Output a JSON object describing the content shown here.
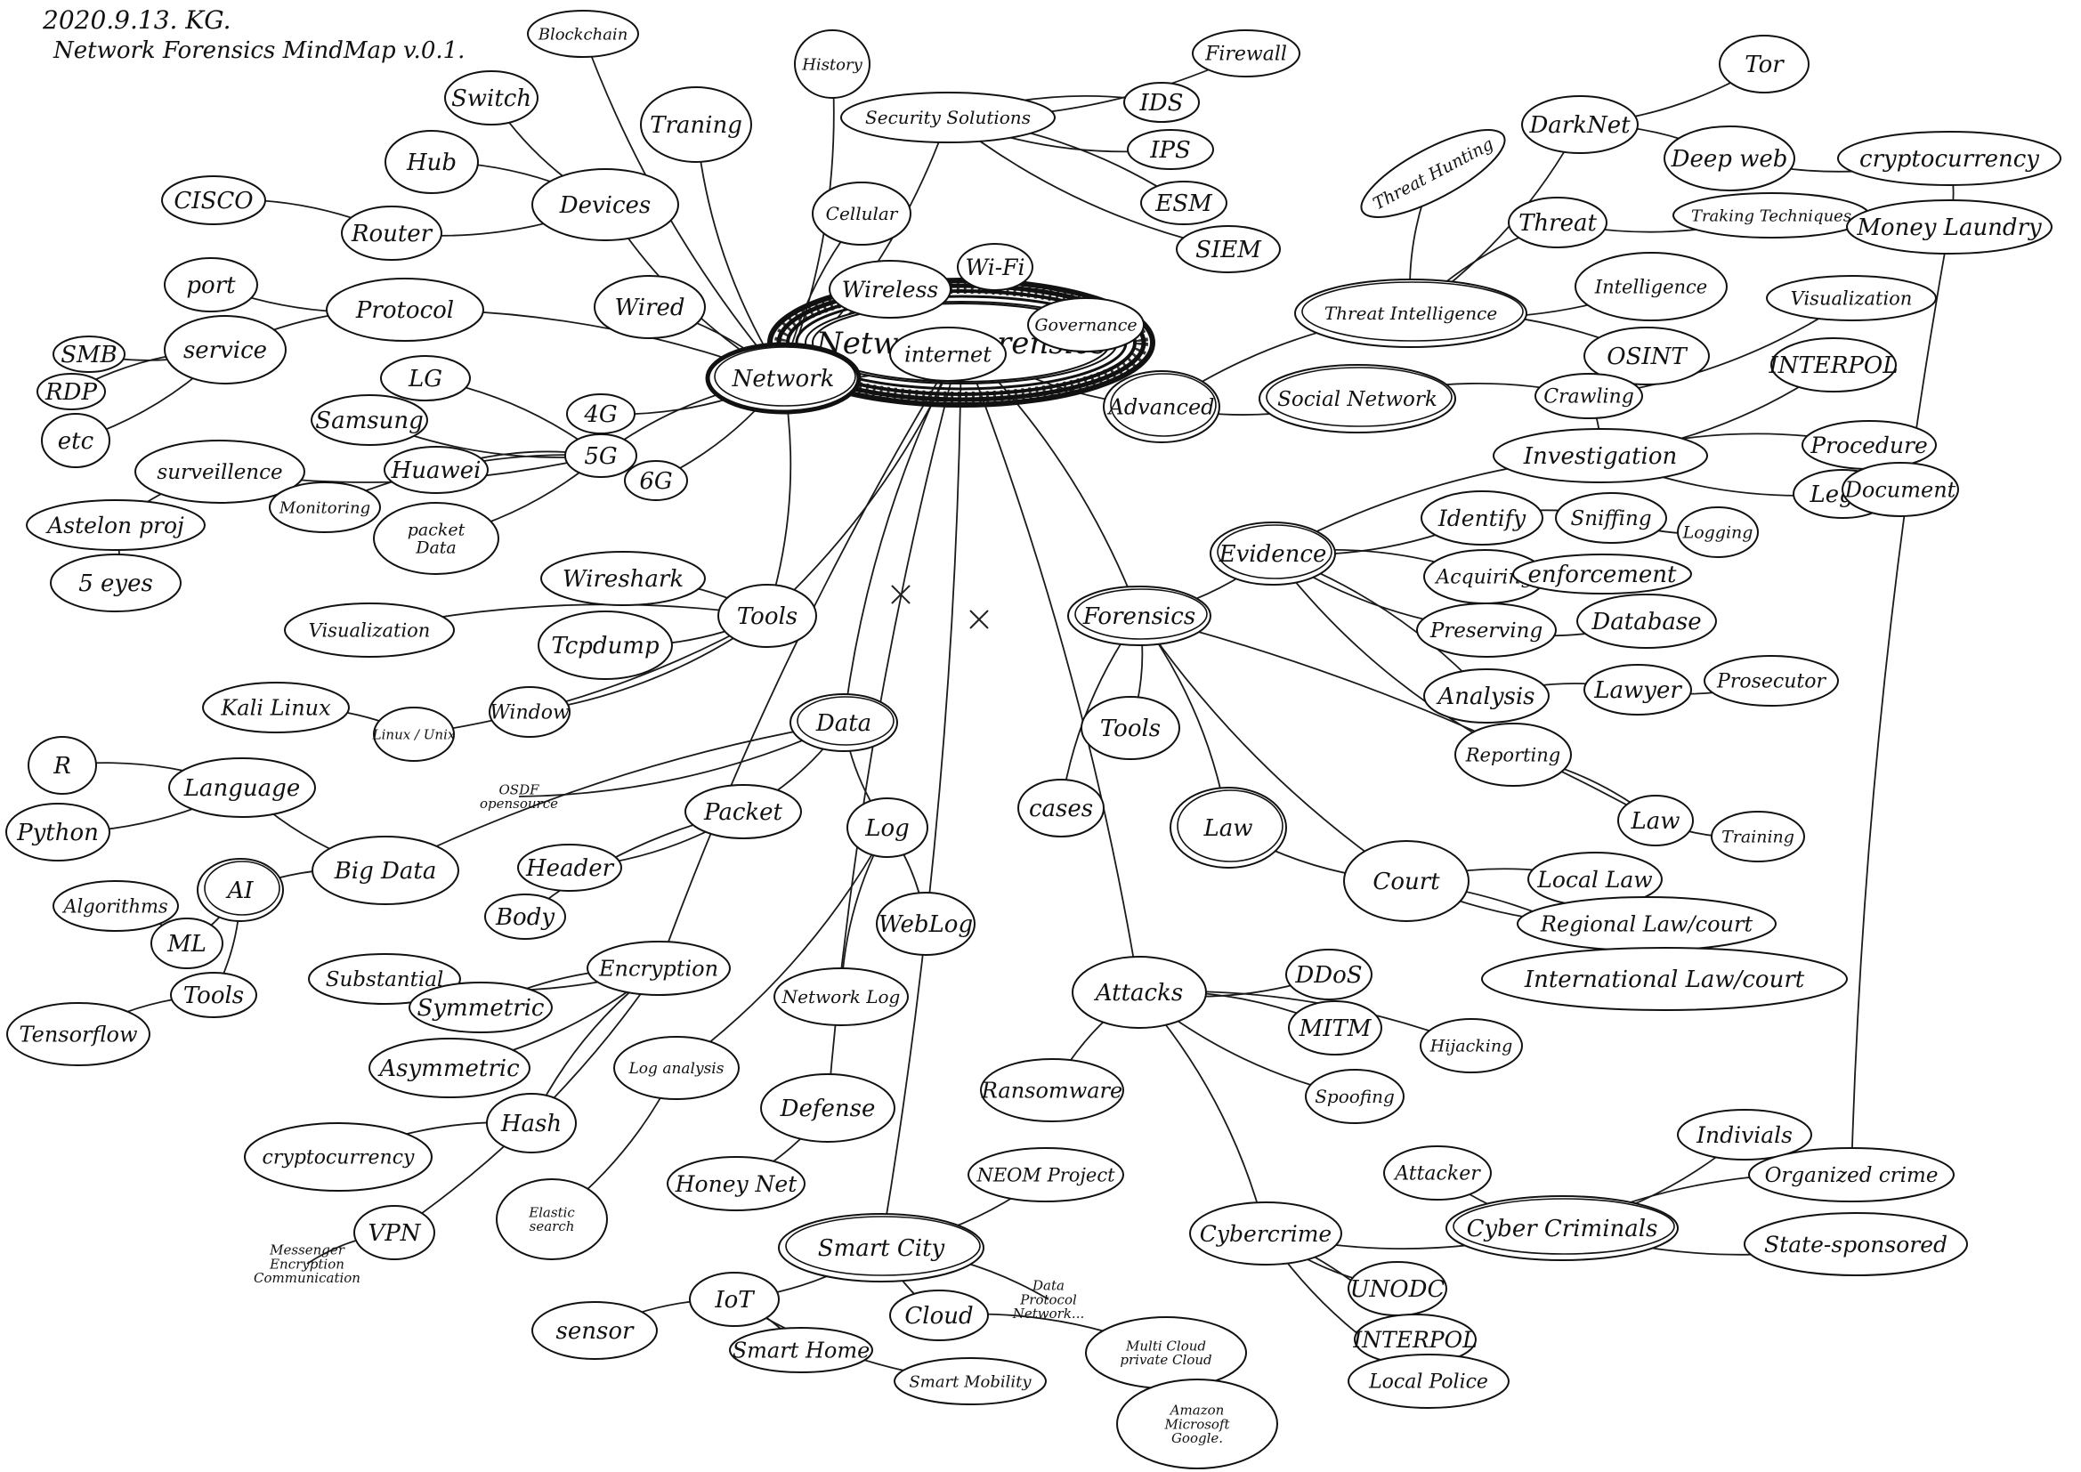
{
  "header": {
    "date_line": "2020.9.13. KG.",
    "title_line": "Network Forensics MindMap v.0.1."
  },
  "center": {
    "id": "nf",
    "label": "Network Forensics"
  },
  "nodes": [
    {
      "id": "blockchain",
      "label": "Blockchain"
    },
    {
      "id": "history",
      "label": "History"
    },
    {
      "id": "switch",
      "label": "Switch"
    },
    {
      "id": "training1",
      "label": "Traning"
    },
    {
      "id": "security",
      "label": "Security Solutions"
    },
    {
      "id": "firewall",
      "label": "Firewall"
    },
    {
      "id": "ids",
      "label": "IDS"
    },
    {
      "id": "ips",
      "label": "IPS"
    },
    {
      "id": "esm",
      "label": "ESM"
    },
    {
      "id": "siem",
      "label": "SIEM"
    },
    {
      "id": "tor",
      "label": "Tor"
    },
    {
      "id": "darknet",
      "label": "DarkNet"
    },
    {
      "id": "deepweb",
      "label": "Deep web"
    },
    {
      "id": "crypto1",
      "label": "cryptocurrency"
    },
    {
      "id": "threathunting",
      "label": "Threat Hunting"
    },
    {
      "id": "hub",
      "label": "Hub"
    },
    {
      "id": "devices",
      "label": "Devices"
    },
    {
      "id": "cisco",
      "label": "CISCO"
    },
    {
      "id": "router",
      "label": "Router"
    },
    {
      "id": "cellular",
      "label": "Cellular"
    },
    {
      "id": "threat",
      "label": "Threat"
    },
    {
      "id": "tracking",
      "label": "Traking Techniques"
    },
    {
      "id": "moneylaundry",
      "label": "Money Laundry"
    },
    {
      "id": "port",
      "label": "port"
    },
    {
      "id": "protocol",
      "label": "Protocol"
    },
    {
      "id": "wired",
      "label": "Wired"
    },
    {
      "id": "wireless",
      "label": "Wireless"
    },
    {
      "id": "wifi",
      "label": "Wi-Fi"
    },
    {
      "id": "intelligence",
      "label": "Intelligence"
    },
    {
      "id": "visualization1",
      "label": "Visualization"
    },
    {
      "id": "ti",
      "label": "Threat Intelligence"
    },
    {
      "id": "smb",
      "label": "SMB"
    },
    {
      "id": "service",
      "label": "service"
    },
    {
      "id": "rdp",
      "label": "RDP"
    },
    {
      "id": "lg",
      "label": "LG"
    },
    {
      "id": "internet",
      "label": "internet"
    },
    {
      "id": "governance",
      "label": "Governance"
    },
    {
      "id": "osint1",
      "label": "OSINT"
    },
    {
      "id": "interpol1",
      "label": "INTERPOL"
    },
    {
      "id": "etc",
      "label": "etc"
    },
    {
      "id": "network",
      "label": "Network"
    },
    {
      "id": "advanced",
      "label": "Advanced"
    },
    {
      "id": "socialnetwork",
      "label": "Social Network"
    },
    {
      "id": "crawling",
      "label": "Crawling"
    },
    {
      "id": "samsung",
      "label": "Samsung"
    },
    {
      "id": "g4",
      "label": "4G"
    },
    {
      "id": "g5",
      "label": "5G"
    },
    {
      "id": "g6",
      "label": "6G"
    },
    {
      "id": "huawei",
      "label": "Huawei"
    },
    {
      "id": "surveillance",
      "label": "surveillence"
    },
    {
      "id": "monitoring",
      "label": "Monitoring"
    },
    {
      "id": "packetdata",
      "label": "packet Data"
    },
    {
      "id": "investigation",
      "label": "Investigation"
    },
    {
      "id": "procedure",
      "label": "Procedure"
    },
    {
      "id": "legal",
      "label": "Legal"
    },
    {
      "id": "document",
      "label": "Document"
    },
    {
      "id": "astelon",
      "label": "Astelon proj"
    },
    {
      "id": "fiveeyes",
      "label": "5 eyes"
    },
    {
      "id": "wireshark",
      "label": "Wireshark"
    },
    {
      "id": "tools1",
      "label": "Tools"
    },
    {
      "id": "evidence",
      "label": "Evidence"
    },
    {
      "id": "identify",
      "label": "Identify"
    },
    {
      "id": "sniffing",
      "label": "Sniffing"
    },
    {
      "id": "logging",
      "label": "Logging"
    },
    {
      "id": "acquiring",
      "label": "Acquiring"
    },
    {
      "id": "enforcement",
      "label": "enforcement"
    },
    {
      "id": "forensics",
      "label": "Forensics"
    },
    {
      "id": "visualization2",
      "label": "Visualization"
    },
    {
      "id": "tcpdump",
      "label": "Tcpdump"
    },
    {
      "id": "preserving",
      "label": "Preserving"
    },
    {
      "id": "database",
      "label": "Database"
    },
    {
      "id": "kali",
      "label": "Kali Linux"
    },
    {
      "id": "linuxunix",
      "label": "Linux / Unix"
    },
    {
      "id": "windows",
      "label": "Window"
    },
    {
      "id": "data",
      "label": "Data"
    },
    {
      "id": "osdf",
      "label": "OSDF opensource"
    },
    {
      "id": "tools2",
      "label": "Tools"
    },
    {
      "id": "analysis",
      "label": "Analysis"
    },
    {
      "id": "lawyer",
      "label": "Lawyer"
    },
    {
      "id": "prosecutor",
      "label": "Prosecutor"
    },
    {
      "id": "r",
      "label": "R"
    },
    {
      "id": "language",
      "label": "Language"
    },
    {
      "id": "reporting",
      "label": "Reporting"
    },
    {
      "id": "python",
      "label": "Python"
    },
    {
      "id": "packet",
      "label": "Packet"
    },
    {
      "id": "log",
      "label": "Log"
    },
    {
      "id": "cases",
      "label": "cases"
    },
    {
      "id": "law1",
      "label": "Law"
    },
    {
      "id": "law2",
      "label": "Law"
    },
    {
      "id": "training2",
      "label": "Training"
    },
    {
      "id": "ai",
      "label": "AI"
    },
    {
      "id": "bigdata",
      "label": "Big Data"
    },
    {
      "id": "header",
      "label": "Header"
    },
    {
      "id": "court",
      "label": "Court"
    },
    {
      "id": "locallaw",
      "label": "Local Law"
    },
    {
      "id": "algorithms",
      "label": "Algorithms"
    },
    {
      "id": "ml",
      "label": "ML"
    },
    {
      "id": "body",
      "label": "Body"
    },
    {
      "id": "weblog",
      "label": "WebLog"
    },
    {
      "id": "regional",
      "label": "Regional Law/court"
    },
    {
      "id": "substantial",
      "label": "Substantial"
    },
    {
      "id": "encryption",
      "label": "Encryption"
    },
    {
      "id": "symmetric",
      "label": "Symmetric"
    },
    {
      "id": "networklog",
      "label": "Network Log"
    },
    {
      "id": "attacks",
      "label": "Attacks"
    },
    {
      "id": "ddos",
      "label": "DDoS"
    },
    {
      "id": "international",
      "label": "International Law/court"
    },
    {
      "id": "tools3",
      "label": "Tools"
    },
    {
      "id": "tensorflow",
      "label": "Tensorflow"
    },
    {
      "id": "mitm",
      "label": "MITM"
    },
    {
      "id": "hijacking",
      "label": "Hijacking"
    },
    {
      "id": "asymmetric",
      "label": "Asymmetric"
    },
    {
      "id": "loganalysis",
      "label": "Log analysis"
    },
    {
      "id": "ransomware",
      "label": "Ransomware"
    },
    {
      "id": "spoofing",
      "label": "Spoofing"
    },
    {
      "id": "defense",
      "label": "Defense"
    },
    {
      "id": "cryptocurrency2",
      "label": "cryptocurrency"
    },
    {
      "id": "hash",
      "label": "Hash"
    },
    {
      "id": "individuals",
      "label": "Indivials"
    },
    {
      "id": "honeynet",
      "label": "Honey Net"
    },
    {
      "id": "neom",
      "label": "NEOM Project"
    },
    {
      "id": "attacker",
      "label": "Attacker"
    },
    {
      "id": "organized",
      "label": "Organized crime"
    },
    {
      "id": "elastic",
      "label": "Elastic search"
    },
    {
      "id": "vpn",
      "label": "VPN"
    },
    {
      "id": "cybercrime",
      "label": "Cybercrime"
    },
    {
      "id": "cybercriminals",
      "label": "Cyber Criminals"
    },
    {
      "id": "smartcity",
      "label": "Smart City"
    },
    {
      "id": "statesponsored",
      "label": "State-sponsored"
    },
    {
      "id": "messenger",
      "label": "Messenger Encryption Communication"
    },
    {
      "id": "dataprotocol",
      "label": "Data Protocol Network..."
    },
    {
      "id": "iot",
      "label": "IoT"
    },
    {
      "id": "cloud",
      "label": "Cloud"
    },
    {
      "id": "unodc",
      "label": "UNODC"
    },
    {
      "id": "sensor",
      "label": "sensor"
    },
    {
      "id": "multicloud",
      "label": "Multi Cloud private Cloud"
    },
    {
      "id": "interpol2",
      "label": "INTERPOL"
    },
    {
      "id": "smarthome",
      "label": "Smart Home"
    },
    {
      "id": "smartmobility",
      "label": "Smart Mobility"
    },
    {
      "id": "localpolice",
      "label": "Local Police"
    },
    {
      "id": "providers",
      "label": "Amazon Microsoft Google."
    }
  ],
  "edges": [
    [
      "network",
      "blockchain"
    ],
    [
      "network",
      "history"
    ],
    [
      "network",
      "training1"
    ],
    [
      "network",
      "security"
    ],
    [
      "network",
      "cellular"
    ],
    [
      "network",
      "wired"
    ],
    [
      "network",
      "wireless"
    ],
    [
      "network",
      "internet"
    ],
    [
      "network",
      "devices"
    ],
    [
      "network",
      "protocol"
    ],
    [
      "network",
      "g4"
    ],
    [
      "network",
      "g5"
    ],
    [
      "network",
      "g6"
    ],
    [
      "network",
      "nf"
    ],
    [
      "network",
      "tools1"
    ],
    [
      "security",
      "firewall"
    ],
    [
      "security",
      "ids"
    ],
    [
      "security",
      "ips"
    ],
    [
      "security",
      "esm"
    ],
    [
      "security",
      "siem"
    ],
    [
      "devices",
      "switch"
    ],
    [
      "devices",
      "hub"
    ],
    [
      "devices",
      "router"
    ],
    [
      "router",
      "cisco"
    ],
    [
      "protocol",
      "port"
    ],
    [
      "protocol",
      "service"
    ],
    [
      "service",
      "smb"
    ],
    [
      "service",
      "rdp"
    ],
    [
      "service",
      "etc"
    ],
    [
      "wireless",
      "wifi"
    ],
    [
      "internet",
      "governance"
    ],
    [
      "g5",
      "lg"
    ],
    [
      "g5",
      "samsung"
    ],
    [
      "g5",
      "huawei"
    ],
    [
      "g5",
      "packetdata"
    ],
    [
      "g5",
      "monitoring"
    ],
    [
      "g5",
      "surveillance"
    ],
    [
      "surveillance",
      "astelon"
    ],
    [
      "astelon",
      "fiveeyes"
    ],
    [
      "nf",
      "advanced"
    ],
    [
      "advanced",
      "ti"
    ],
    [
      "advanced",
      "socialnetwork"
    ],
    [
      "ti",
      "threathunting"
    ],
    [
      "ti",
      "darknet"
    ],
    [
      "ti",
      "threat"
    ],
    [
      "ti",
      "intelligence"
    ],
    [
      "ti",
      "osint1"
    ],
    [
      "darknet",
      "tor"
    ],
    [
      "darknet",
      "deepweb"
    ],
    [
      "deepweb",
      "crypto1"
    ],
    [
      "crypto1",
      "moneylaundry"
    ],
    [
      "threat",
      "tracking"
    ],
    [
      "socialnetwork",
      "crawling"
    ],
    [
      "crawling",
      "visualization1"
    ],
    [
      "crawling",
      "investigation"
    ],
    [
      "investigation",
      "interpol1"
    ],
    [
      "investigation",
      "procedure"
    ],
    [
      "investigation",
      "legal"
    ],
    [
      "legal",
      "document"
    ],
    [
      "investigation",
      "evidence"
    ],
    [
      "nf",
      "forensics"
    ],
    [
      "forensics",
      "evidence"
    ],
    [
      "forensics",
      "tools2"
    ],
    [
      "forensics",
      "cases"
    ],
    [
      "forensics",
      "law1"
    ],
    [
      "forensics",
      "court"
    ],
    [
      "forensics",
      "law2"
    ],
    [
      "evidence",
      "identify"
    ],
    [
      "evidence",
      "acquiring"
    ],
    [
      "evidence",
      "preserving"
    ],
    [
      "evidence",
      "analysis"
    ],
    [
      "evidence",
      "reporting"
    ],
    [
      "identify",
      "sniffing"
    ],
    [
      "sniffing",
      "logging"
    ],
    [
      "acquiring",
      "enforcement"
    ],
    [
      "preserving",
      "database"
    ],
    [
      "analysis",
      "lawyer"
    ],
    [
      "lawyer",
      "prosecutor"
    ],
    [
      "reporting",
      "law2"
    ],
    [
      "law2",
      "training2"
    ],
    [
      "court",
      "locallaw"
    ],
    [
      "court",
      "regional"
    ],
    [
      "court",
      "international"
    ],
    [
      "law1",
      "court"
    ],
    [
      "nf",
      "tools1"
    ],
    [
      "tools1",
      "wireshark"
    ],
    [
      "tools1",
      "tcpdump"
    ],
    [
      "tools1",
      "visualization2"
    ],
    [
      "tools1",
      "windows"
    ],
    [
      "linuxunix",
      "kali"
    ],
    [
      "tools1",
      "linuxunix"
    ],
    [
      "nf",
      "data"
    ],
    [
      "data",
      "osdf"
    ],
    [
      "data",
      "bigdata"
    ],
    [
      "data",
      "packet"
    ],
    [
      "data",
      "log"
    ],
    [
      "bigdata",
      "language"
    ],
    [
      "language",
      "r"
    ],
    [
      "language",
      "python"
    ],
    [
      "bigdata",
      "ai"
    ],
    [
      "ai",
      "ml"
    ],
    [
      "ml",
      "algorithms"
    ],
    [
      "ai",
      "tools3"
    ],
    [
      "tools3",
      "tensorflow"
    ],
    [
      "packet",
      "header"
    ],
    [
      "packet",
      "body"
    ],
    [
      "log",
      "weblog"
    ],
    [
      "log",
      "networklog"
    ],
    [
      "log",
      "loganalysis"
    ],
    [
      "nf",
      "encryption"
    ],
    [
      "encryption",
      "substantial"
    ],
    [
      "encryption",
      "symmetric"
    ],
    [
      "encryption",
      "asymmetric"
    ],
    [
      "encryption",
      "hash"
    ],
    [
      "encryption",
      "vpn"
    ],
    [
      "hash",
      "cryptocurrency2"
    ],
    [
      "loganalysis",
      "elastic"
    ],
    [
      "vpn",
      "messenger"
    ],
    [
      "nf",
      "attacks"
    ],
    [
      "attacks",
      "ddos"
    ],
    [
      "attacks",
      "mitm"
    ],
    [
      "attacks",
      "spoofing"
    ],
    [
      "attacks",
      "hijacking"
    ],
    [
      "attacks",
      "ransomware"
    ],
    [
      "attacks",
      "cybercrime"
    ],
    [
      "nf",
      "defense"
    ],
    [
      "defense",
      "honeynet"
    ],
    [
      "cybercrime",
      "cybercriminals"
    ],
    [
      "cybercriminals",
      "attacker"
    ],
    [
      "cybercriminals",
      "individuals"
    ],
    [
      "cybercriminals",
      "organized"
    ],
    [
      "cybercriminals",
      "statesponsored"
    ],
    [
      "organized",
      "moneylaundry"
    ],
    [
      "cybercrime",
      "unodc"
    ],
    [
      "cybercrime",
      "interpol2"
    ],
    [
      "cybercrime",
      "localpolice"
    ],
    [
      "nf",
      "smartcity"
    ],
    [
      "smartcity",
      "neom"
    ],
    [
      "smartcity",
      "iot"
    ],
    [
      "smartcity",
      "cloud"
    ],
    [
      "smartcity",
      "dataprotocol"
    ],
    [
      "iot",
      "sensor"
    ],
    [
      "iot",
      "smarthome"
    ],
    [
      "iot",
      "smartmobility"
    ],
    [
      "cloud",
      "multicloud"
    ],
    [
      "multicloud",
      "providers"
    ]
  ]
}
